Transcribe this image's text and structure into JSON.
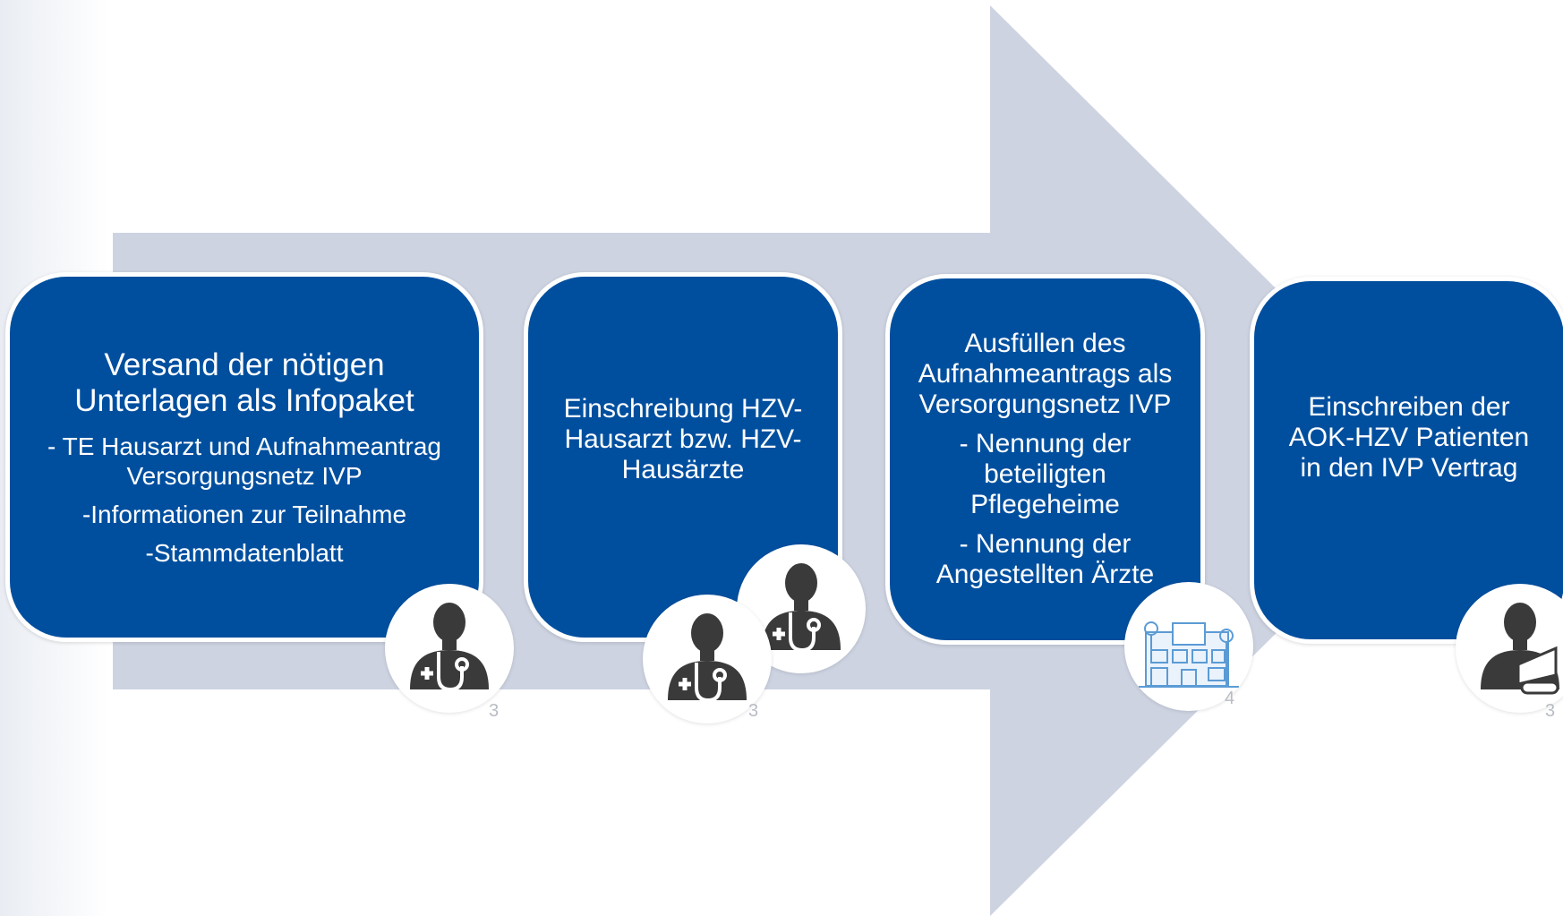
{
  "colors": {
    "box_fill": "#004f9f",
    "arrow_fill": "#cdd3e1",
    "icon_fill": "#3a3a3a",
    "page_number": "#b8bcc4"
  },
  "steps": [
    {
      "heading": "Versand der nötigen\nUnterlagen als Infopaket",
      "sub1": "- TE Hausarzt und Aufnahmeantrag\nVersorgungsnetz IVP",
      "sub2": "-Informationen zur Teilnahme",
      "sub3": "-Stammdatenblatt",
      "icon": "doctor-icon",
      "page_number": "3"
    },
    {
      "heading": "Einschreibung HZV-\nHausarzt bzw. HZV-\nHausärzte",
      "icon": "doctors-icon",
      "page_number": "3"
    },
    {
      "heading": "Ausfüllen des\nAufnahmeantrags als\nVersorgungsnetz IVP",
      "sub1": "- Nennung der\nbeteiligten\nPflegeheime",
      "sub2": "- Nennung der\nAngestellten Ärzte",
      "icon": "care-home-building-icon",
      "page_number": "4"
    },
    {
      "heading": "Einschreiben der\nAOK-HZV Patienten\nin den IVP Vertrag",
      "icon": "patient-icon",
      "page_number": "3"
    }
  ]
}
